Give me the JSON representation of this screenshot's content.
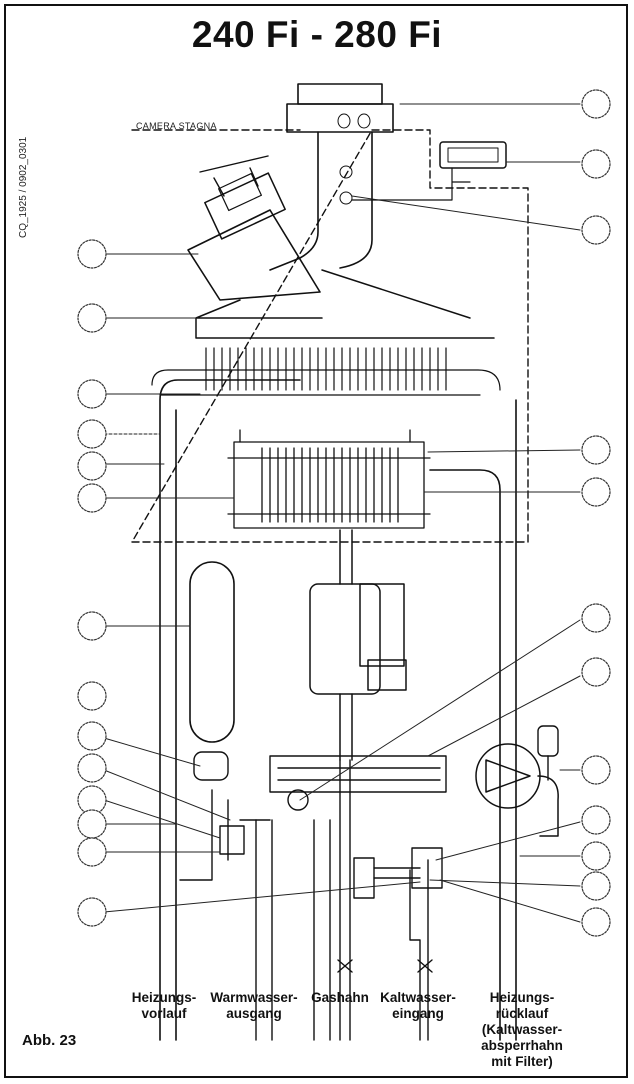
{
  "title": "240 Fi - 280 Fi",
  "side_code": "CQ_1925 / 0902_0301",
  "chamber_label": "CAMERA STAGNA",
  "figure_label": "Abb. 23",
  "connections": [
    {
      "line1": "Heizungs-",
      "line2": "vorlauf",
      "line3": "",
      "line4": ""
    },
    {
      "line1": "Warmwasser-",
      "line2": "ausgang",
      "line3": "",
      "line4": ""
    },
    {
      "line1": "Gashahn",
      "line2": "",
      "line3": "",
      "line4": ""
    },
    {
      "line1": "Kaltwasser-",
      "line2": "eingang",
      "line3": "",
      "line4": ""
    },
    {
      "line1": "Heizungs-",
      "line2": "rücklauf",
      "line3": "(Kaltwasser-",
      "line4": "absperrhahn"
    },
    {
      "line1": "mit Filter)",
      "line2": "",
      "line3": "",
      "line4": ""
    }
  ],
  "colors": {
    "line": "#111111",
    "background": "#ffffff"
  }
}
